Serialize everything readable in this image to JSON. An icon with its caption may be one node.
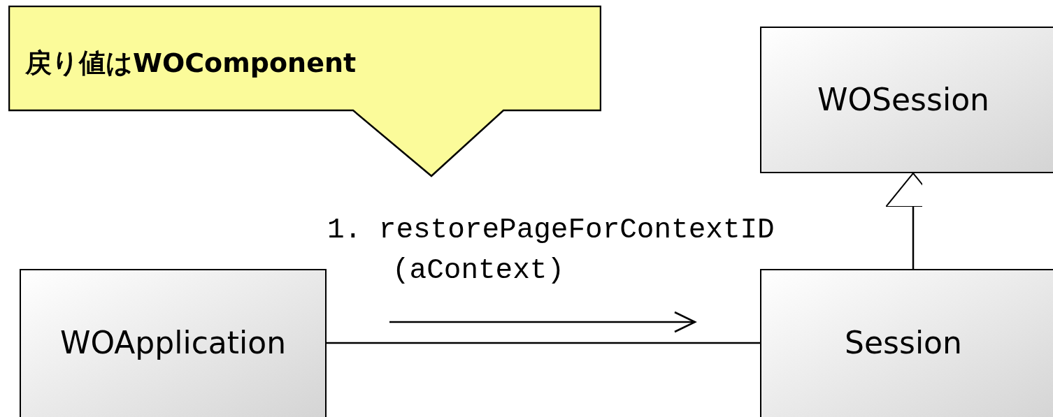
{
  "diagram": {
    "nodes": [
      {
        "text": [
          "戻り値はWOComponent"
        ]
      },
      {
        "text": [
          "WOSession"
        ]
      },
      {
        "text": [
          "WOApplication"
        ]
      },
      {
        "text": [
          "Session"
        ]
      }
    ],
    "edges": [
      {
        "from": 2,
        "to": 3,
        "arrow": "none",
        "label": "1. restorePageForContextID (aContext)"
      },
      {
        "from": 3,
        "to": 1,
        "arrow": "to"
      }
    ]
  }
}
